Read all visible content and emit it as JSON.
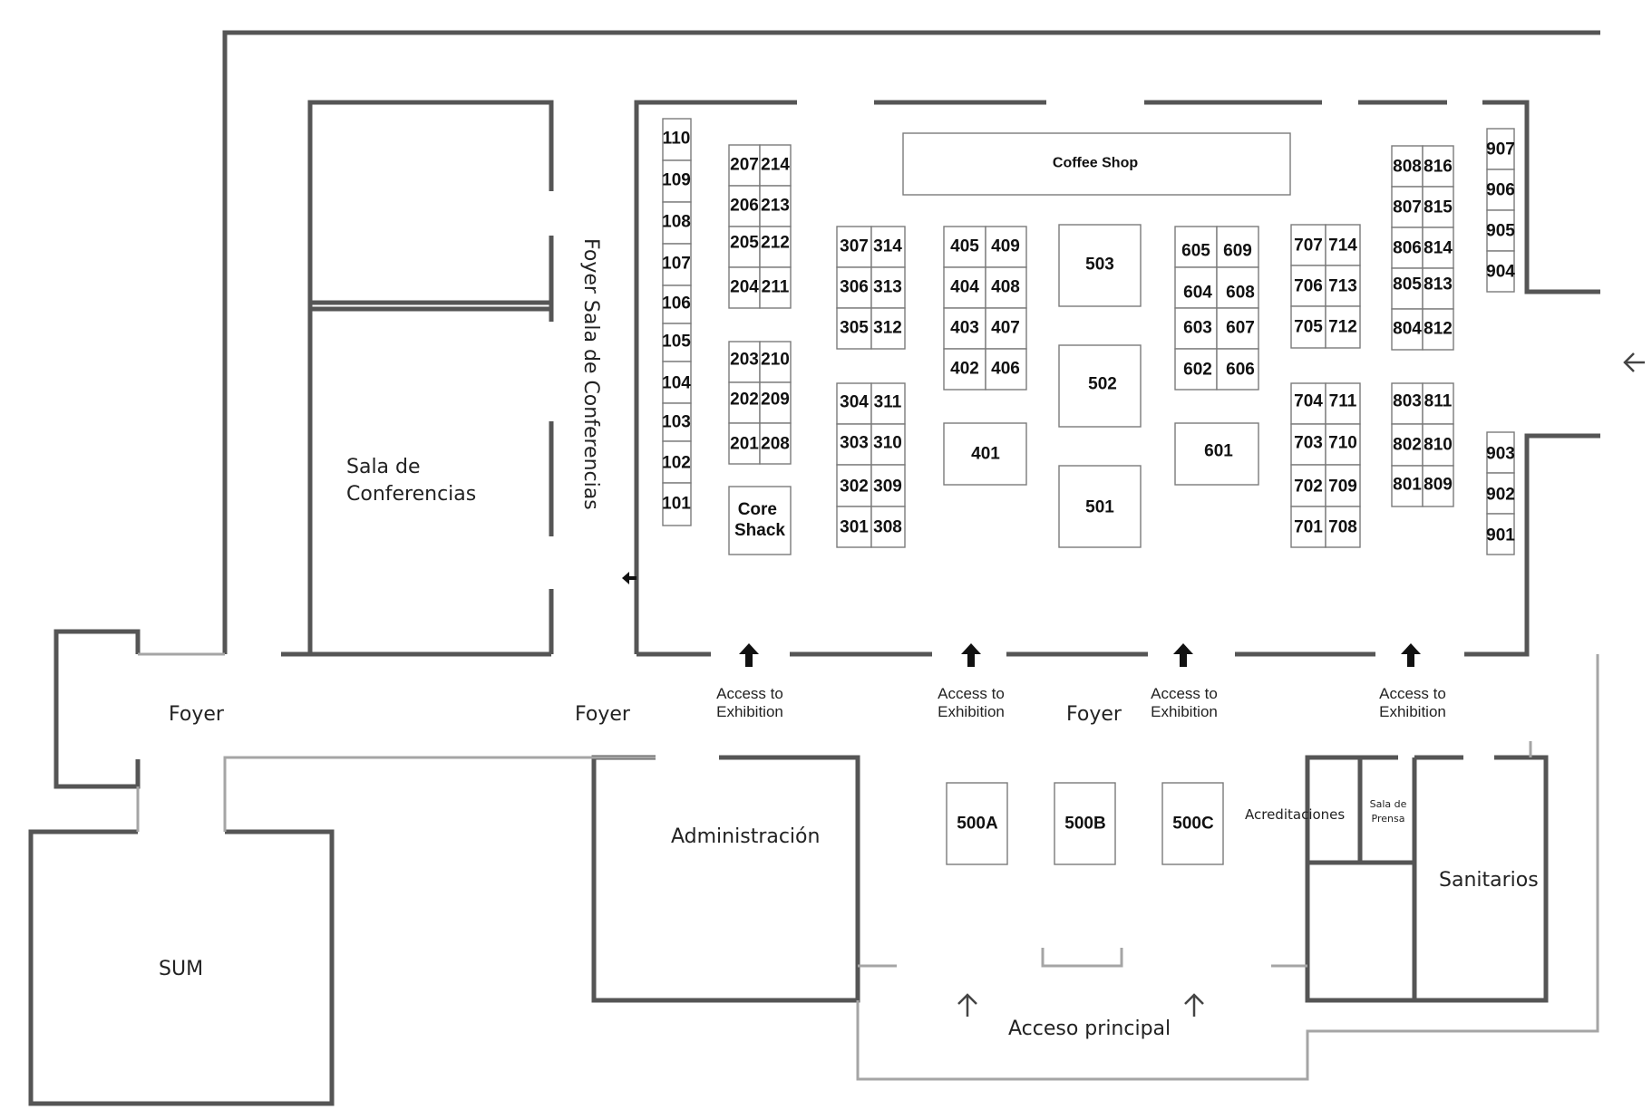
{
  "map": {
    "rooms": {
      "sala_conferencias_1": "Sala de",
      "sala_conferencias_2": "Conferencias",
      "foyer_sala": "Foyer Sala de Conferencias",
      "foyer": "Foyer",
      "administracion": "Administración",
      "sum": "SUM",
      "acreditaciones": "Acreditaciones",
      "sala_prensa_1": "Sala de",
      "sala_prensa_2": "Prensa",
      "sanitarios": "Sanitarios",
      "acceso_principal": "Acceso principal",
      "coffee_shop": "Coffee Shop",
      "access_line1": "Access to",
      "access_line2": "Exhibition"
    },
    "core_shack": {
      "line1": "Core",
      "line2": "Shack"
    },
    "booths": [
      "110",
      "109",
      "108",
      "107",
      "106",
      "105",
      "104",
      "103",
      "102",
      "101",
      "207",
      "214",
      "206",
      "213",
      "205",
      "212",
      "204",
      "211",
      "203",
      "210",
      "202",
      "209",
      "201",
      "208",
      "307",
      "314",
      "306",
      "313",
      "305",
      "312",
      "304",
      "311",
      "303",
      "310",
      "302",
      "309",
      "301",
      "308",
      "405",
      "409",
      "404",
      "408",
      "403",
      "407",
      "402",
      "406",
      "401",
      "503",
      "502",
      "501",
      "605",
      "609",
      "604",
      "608",
      "603",
      "607",
      "602",
      "606",
      "601",
      "707",
      "714",
      "706",
      "713",
      "705",
      "712",
      "704",
      "711",
      "703",
      "710",
      "702",
      "709",
      "701",
      "708",
      "808",
      "816",
      "807",
      "815",
      "806",
      "814",
      "805",
      "813",
      "804",
      "812",
      "803",
      "811",
      "802",
      "810",
      "801",
      "809",
      "907",
      "906",
      "905",
      "904",
      "903",
      "902",
      "901",
      "500A",
      "500B",
      "500C"
    ]
  }
}
